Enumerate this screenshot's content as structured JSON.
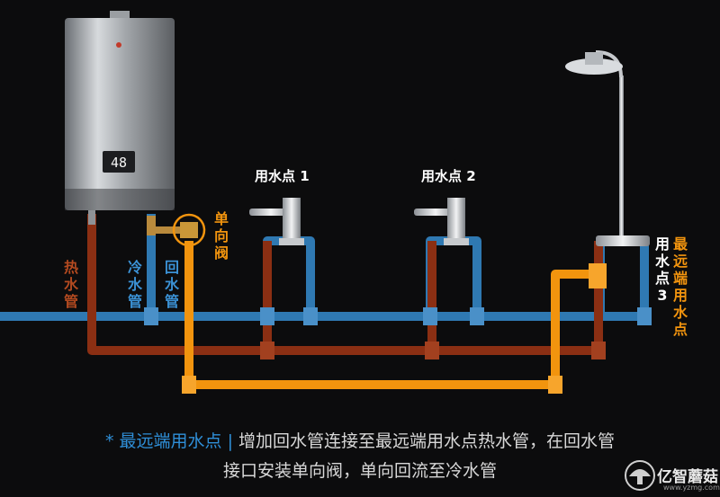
{
  "heater": {
    "display_value": "48"
  },
  "pipes": {
    "hot_label": "热水管",
    "cold_label": "冷水管",
    "return_label": "回水管",
    "valve_label": "单向阀"
  },
  "points": {
    "p1": "用水点 1",
    "p2": "用水点 2",
    "p3": "用水点3",
    "far": "最远端用水点"
  },
  "caption": {
    "line1_prefix": "* 最远端用水点 |",
    "line1_rest": " 增加回水管连接至最远端用水点热水管，在回水管",
    "line2": "接口安装单向阀，单向回流至冷水管"
  },
  "logo": {
    "name": "亿智蘑菇",
    "url": "www.yzmg.com"
  },
  "colors": {
    "hot": "#8b2f13",
    "cold": "#2f79b2",
    "return": "#f2940e"
  }
}
